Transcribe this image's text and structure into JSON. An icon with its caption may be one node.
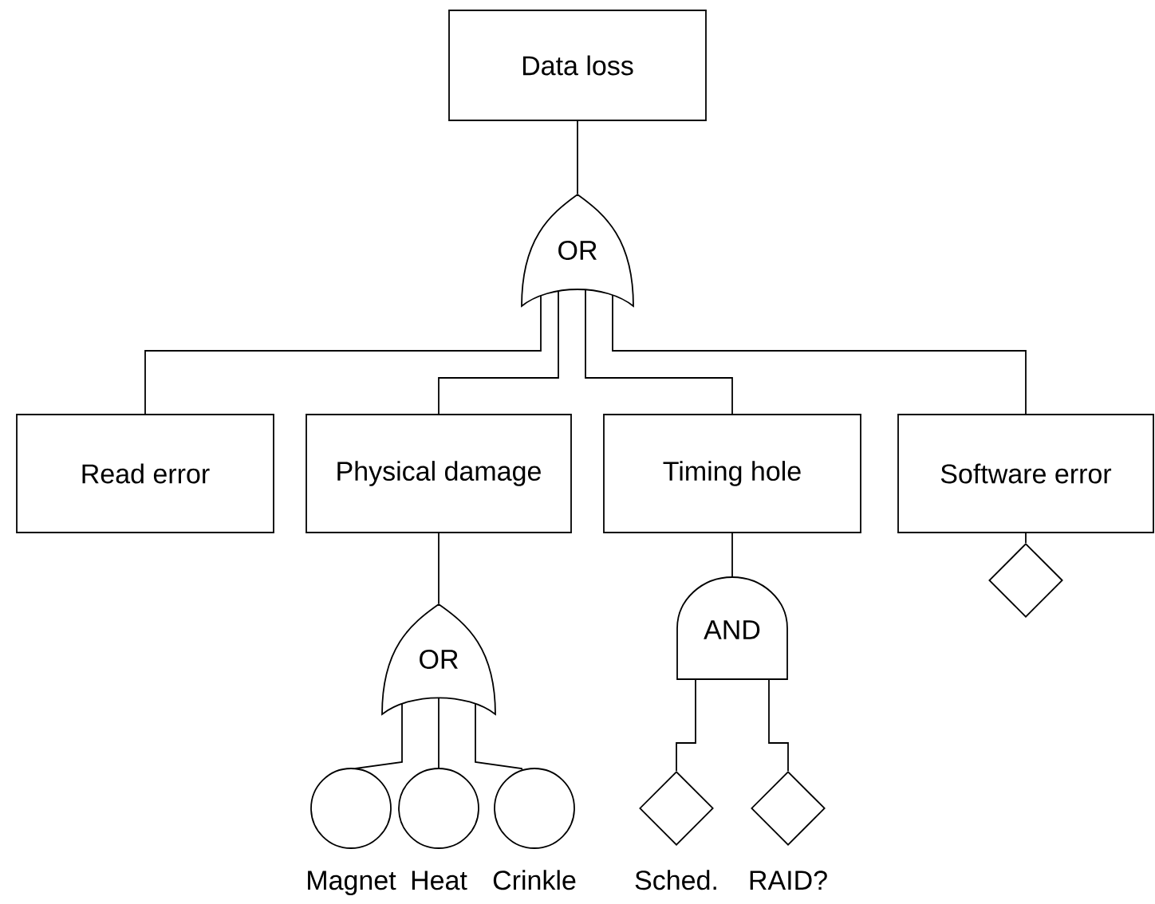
{
  "diagram": {
    "nodes": [
      {
        "text": [
          "Data loss"
        ]
      },
      {
        "text": [
          "OR"
        ]
      },
      {
        "text": [
          "Read error"
        ]
      },
      {
        "text": [
          "Physical damage"
        ]
      },
      {
        "text": [
          "Timing hole"
        ]
      },
      {
        "text": [
          "Software error"
        ]
      },
      {
        "text": [
          "OR"
        ]
      },
      {
        "text": [
          "AND"
        ]
      },
      {
        "text": [],
        "shape": "diamond"
      },
      {
        "text": [],
        "shape": "circle",
        "beside": [
          "Magnet"
        ]
      },
      {
        "text": [],
        "shape": "circle",
        "beside": [
          "Heat"
        ]
      },
      {
        "text": [],
        "shape": "circle",
        "beside": [
          "Crinkle"
        ]
      },
      {
        "text": [],
        "shape": "diamond",
        "beside": [
          "Sched."
        ]
      },
      {
        "text": [],
        "shape": "diamond",
        "beside": [
          "RAID?"
        ]
      }
    ],
    "edges": [
      {
        "from": 0,
        "to": 1,
        "arrow": "none"
      },
      {
        "from": 1,
        "to": 2,
        "arrow": "none"
      },
      {
        "from": 1,
        "to": 3,
        "arrow": "none"
      },
      {
        "from": 1,
        "to": 4,
        "arrow": "none"
      },
      {
        "from": 1,
        "to": 5,
        "arrow": "none"
      },
      {
        "from": 3,
        "to": 6,
        "arrow": "none"
      },
      {
        "from": 6,
        "to": 9,
        "arrow": "none"
      },
      {
        "from": 6,
        "to": 10,
        "arrow": "none"
      },
      {
        "from": 6,
        "to": 11,
        "arrow": "none"
      },
      {
        "from": 4,
        "to": 7,
        "arrow": "none"
      },
      {
        "from": 7,
        "to": 12,
        "arrow": "none"
      },
      {
        "from": 7,
        "to": 13,
        "arrow": "none"
      },
      {
        "from": 5,
        "to": 8,
        "arrow": "none"
      }
    ]
  }
}
